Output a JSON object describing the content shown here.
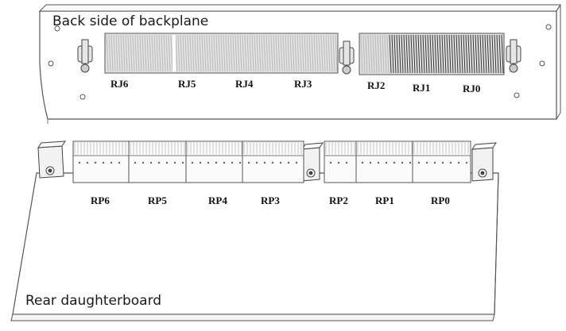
{
  "captions": {
    "backplane": "Back side of backplane",
    "daughterboard": "Rear daughterboard"
  },
  "backplane_connectors": [
    "RJ6",
    "RJ5",
    "RJ4",
    "RJ3",
    "RJ2",
    "RJ1",
    "RJ0"
  ],
  "daughterboard_connectors": [
    "RP6",
    "RP5",
    "RP4",
    "RP3",
    "RP2",
    "RP1",
    "RP0"
  ],
  "colors": {
    "line": "#555555",
    "board": "#ffffff",
    "pins_light": "#bdbdbd",
    "pins_dark": "#333333",
    "text": "#111111"
  }
}
